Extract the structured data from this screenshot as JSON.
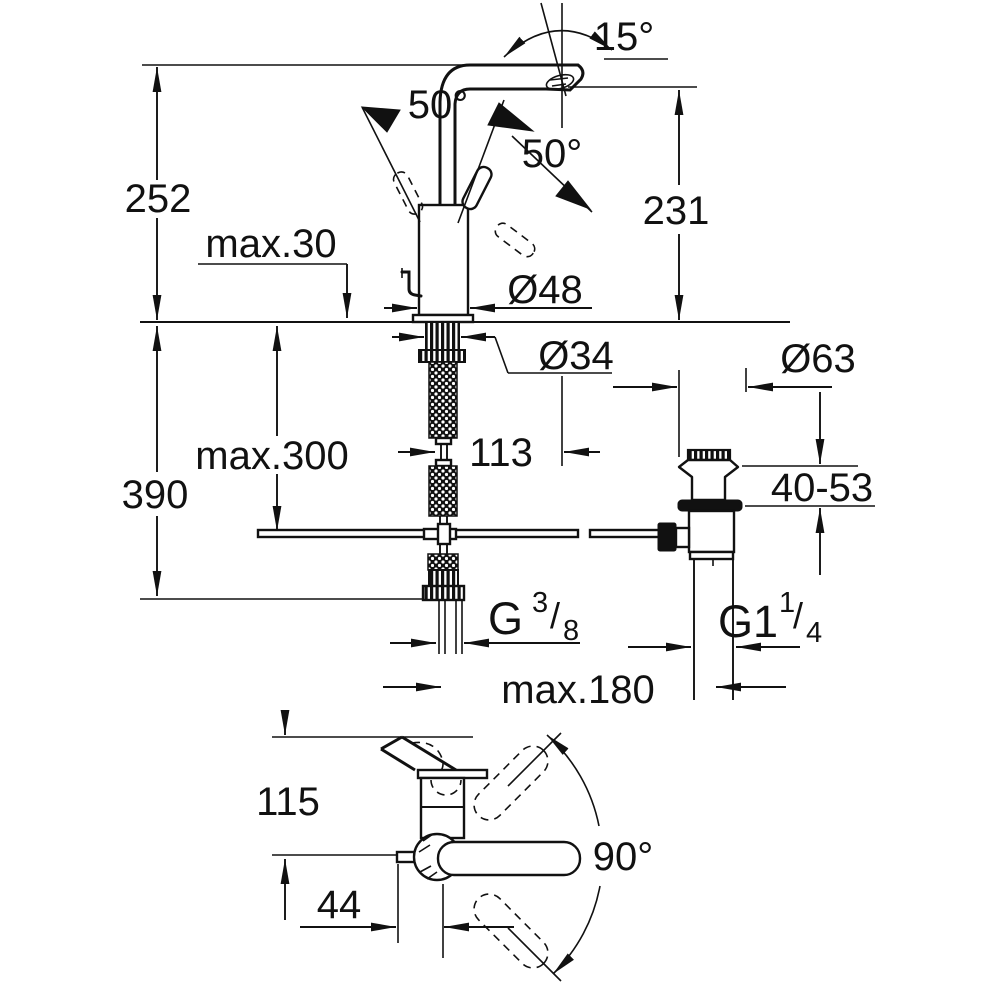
{
  "drawing": {
    "background": "#ffffff",
    "line_color": "#111111",
    "dims": {
      "overall_height": "252",
      "outlet_height": "231",
      "max_deck_thickness": "max.30",
      "swivel_left": "50°",
      "swivel_right": "50°",
      "spout_tilt": "15°",
      "body_dia": "Ø48",
      "shank_dia": "Ø34",
      "below_deck_depth": "390",
      "hose_max_length": "max.300",
      "hose_offset": "113",
      "waste_flange_dia": "Ø63",
      "clamping_range": "40-53",
      "max_reach": "max.180",
      "handle_height": "115",
      "handle_swing": "90°",
      "rod_offset": "44",
      "supply_thread": {
        "base": "G",
        "sup": "3",
        "slash": "/",
        "sub": "8"
      },
      "waste_thread": {
        "base": "G1",
        "sup": "1",
        "slash": "/",
        "sub": "4"
      }
    }
  }
}
